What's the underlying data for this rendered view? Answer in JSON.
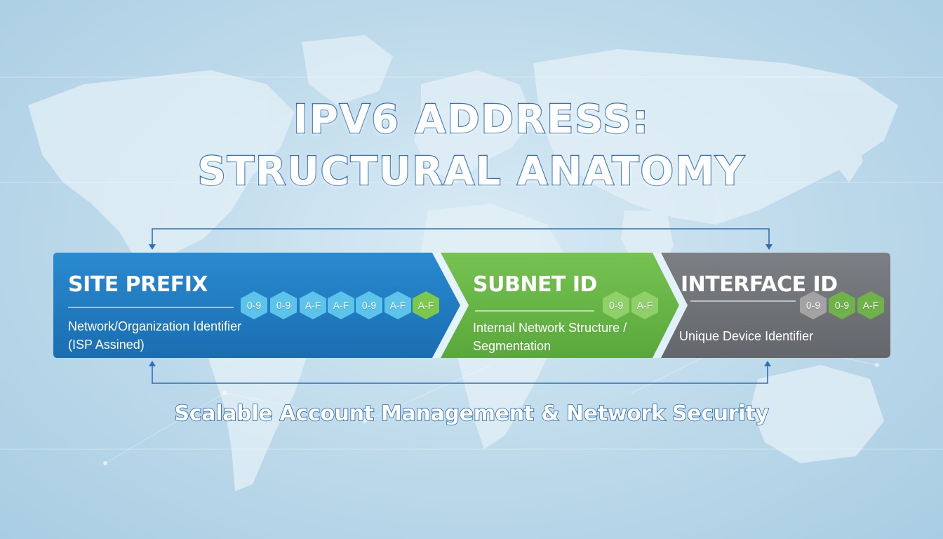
{
  "title": {
    "line1": "IPV6 ADDRESS:",
    "line2": "STRUCTURAL ANATOMY"
  },
  "segments": [
    {
      "label": "SITE PREFIX",
      "description_line1": "Network/Organization Identifier",
      "description_line2": "(ISP Assined)",
      "color": "#1f7bc0",
      "chips": [
        "0-9",
        "0-9",
        "A-F",
        "A-F",
        "0-9",
        "A-F",
        "A-F"
      ]
    },
    {
      "label": "SUBNET ID",
      "description_line1": "Internal Network Structure /",
      "description_line2": "Segmentation",
      "color": "#66b446",
      "chips": [
        "0-9",
        "A-F"
      ]
    },
    {
      "label": "INTERFACE ID",
      "description_line1": "Unique Device Identifier",
      "color": "#6f7276",
      "chips": [
        "0-9",
        "0-9",
        "A-F"
      ]
    }
  ],
  "footer": "Scalable Account Management & Network Security",
  "colors": {
    "title_outline": "#1e63ad",
    "bracket_line": "#2f6fb5",
    "background": "#bcd9ea"
  },
  "icons": [
    "world-map-background",
    "arrow-down-icon",
    "arrow-up-icon"
  ]
}
